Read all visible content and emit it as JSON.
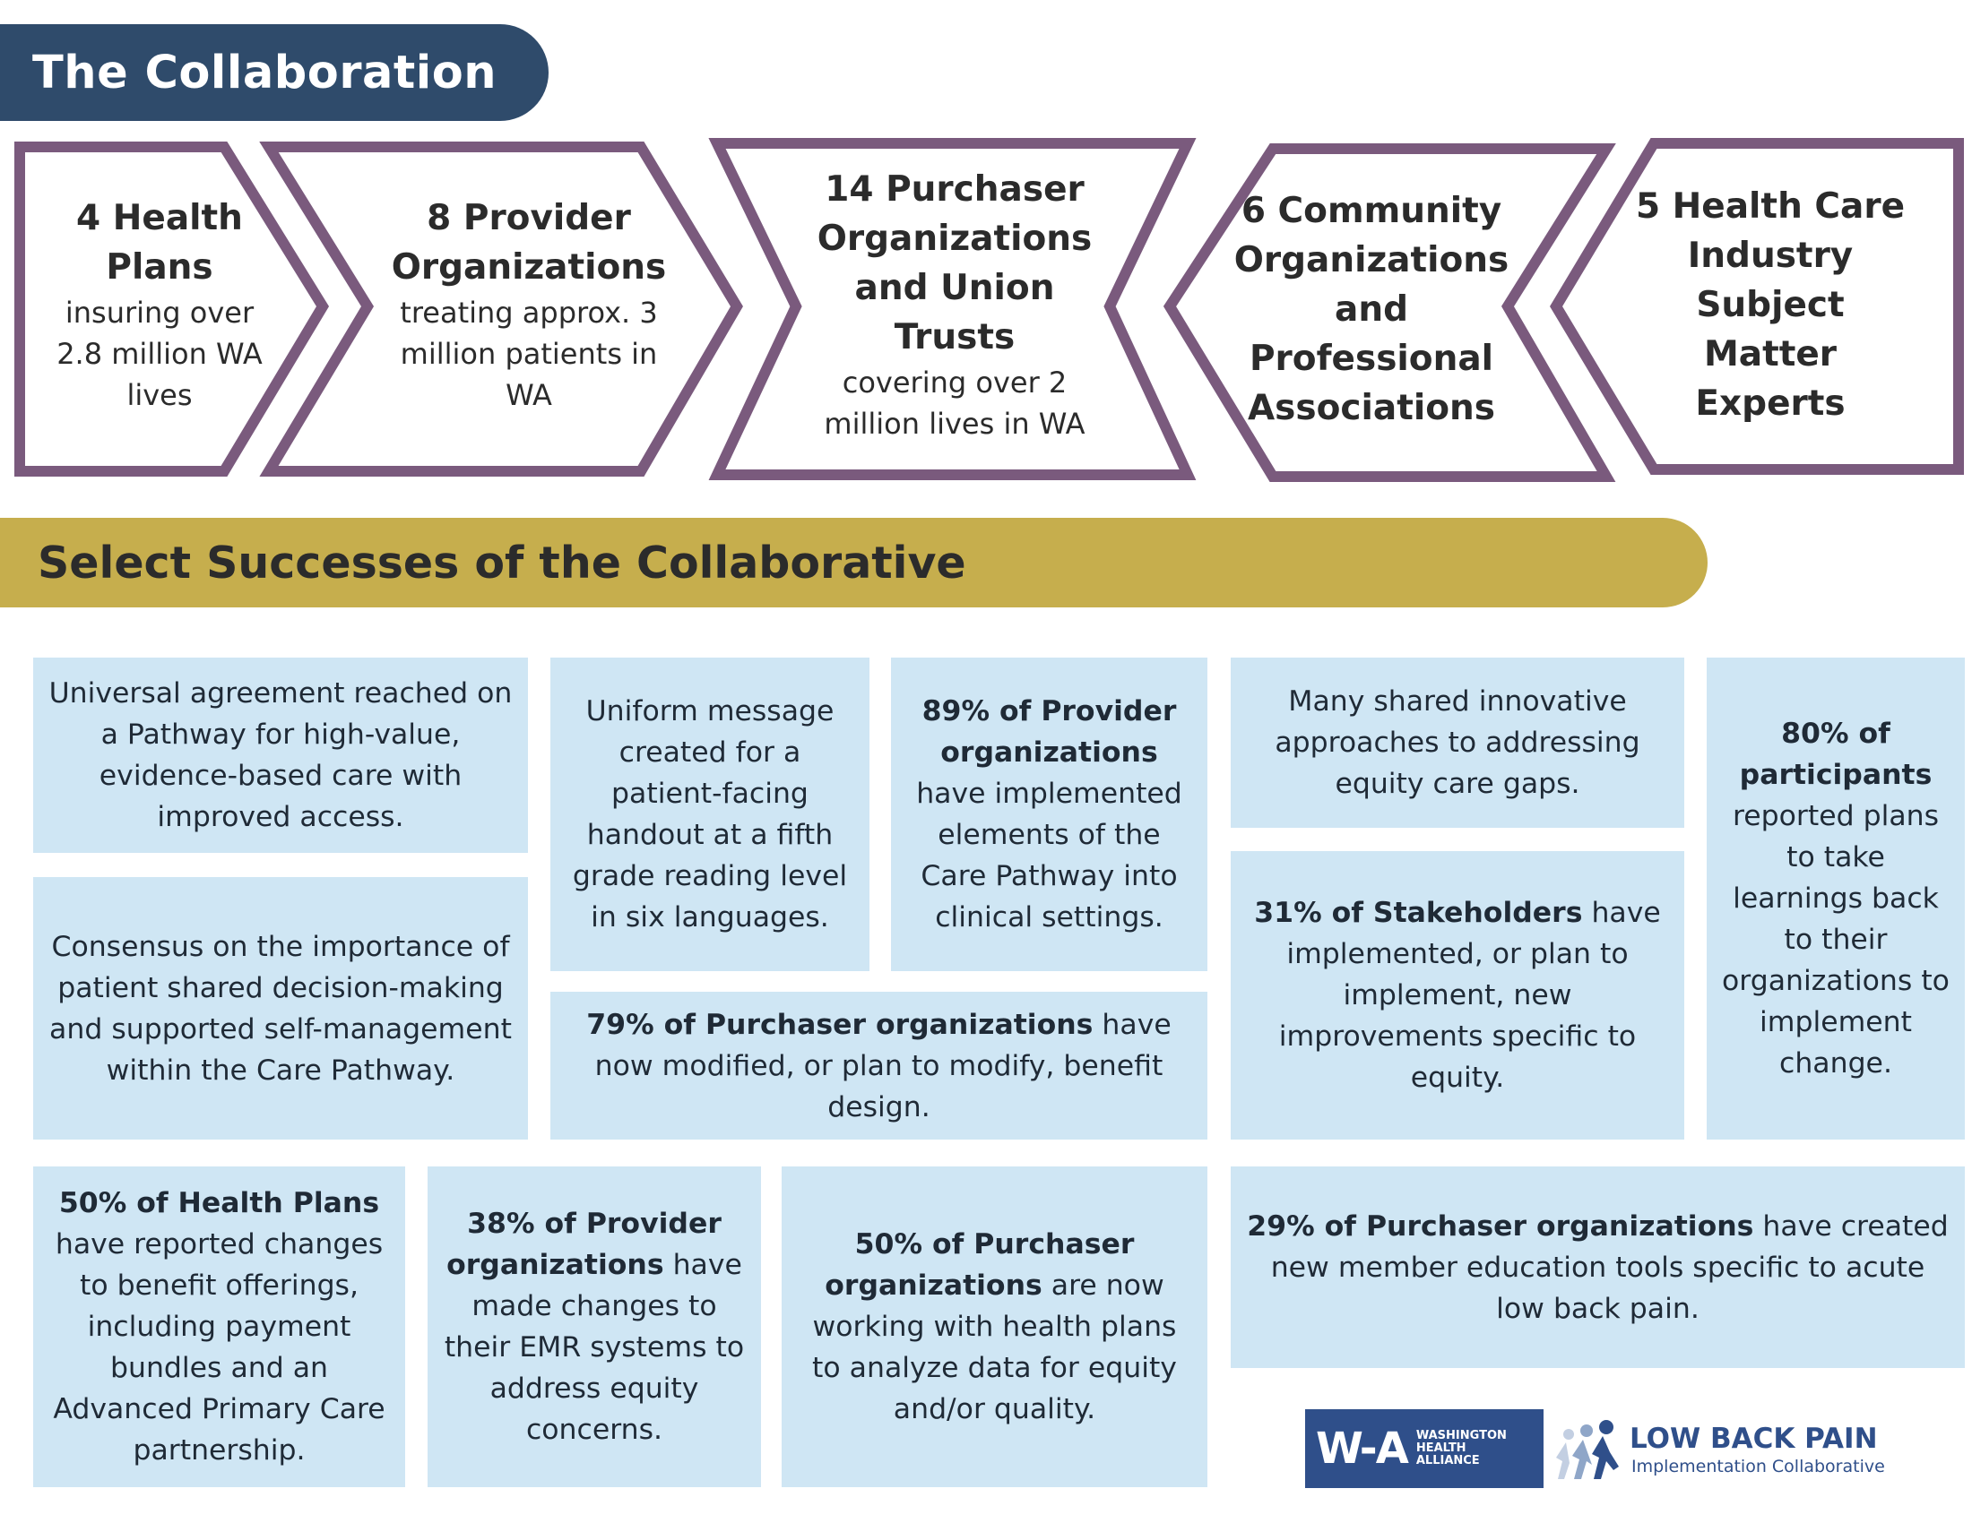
{
  "collaboration": {
    "title": "The Collaboration",
    "items": [
      {
        "bold": "4 Health Plans",
        "text": "insuring over 2.8 million WA lives"
      },
      {
        "bold": "8 Provider Organizations",
        "text": "treating approx. 3 million patients in WA"
      },
      {
        "bold": "14 Purchaser Organizations and Union Trusts",
        "text": "covering over 2 million lives in WA"
      },
      {
        "bold": "6 Community Organizations and Professional Associations",
        "text": ""
      },
      {
        "bold": "5 Health Care Industry Subject Matter Experts",
        "text": ""
      }
    ],
    "outline_color": "#7a5a7d"
  },
  "successes": {
    "title": "Select Successes of the Collaborative",
    "box_color": "#cfe6f4",
    "items": [
      {
        "bold": "",
        "text": "Universal agreement reached on a Pathway for high-value, evidence-based care with improved access."
      },
      {
        "bold": "",
        "text": "Consensus on the importance of patient shared decision-making and supported self-management within the Care Pathway."
      },
      {
        "bold": "",
        "text": "Uniform message created for a patient-facing handout at a fifth grade reading level in six languages."
      },
      {
        "bold": "89% of Provider organizations",
        "text": " have implemented elements of the Care Pathway into clinical settings."
      },
      {
        "bold": "79% of Purchaser organizations",
        "text": " have now modified, or plan to modify,  benefit design."
      },
      {
        "bold": "",
        "text": "Many shared innovative approaches to addressing equity care gaps."
      },
      {
        "bold": "31% of Stakeholders",
        "text": " have implemented, or plan to implement, new improvements specific to equity."
      },
      {
        "bold": "80% of participants",
        "text": " reported plans to take learnings back to their organizations to implement change."
      },
      {
        "bold": "50% of Health Plans",
        "text": " have reported changes to benefit offerings, including payment bundles and an Advanced Primary Care partnership."
      },
      {
        "bold": "38% of  Provider organizations",
        "text": " have made changes to their EMR systems to address equity concerns."
      },
      {
        "bold": "50% of Purchaser organizations",
        "text": " are now working with health plans to analyze data for equity and/or quality."
      },
      {
        "bold": "29% of Purchaser organizations",
        "text": " have created new member education tools specific to acute low back pain."
      }
    ]
  },
  "logos": {
    "wha_mark": "W-A",
    "wha_line1": "WASHINGTON",
    "wha_line2": "HEALTH",
    "wha_line3": "ALLIANCE",
    "lbp_title": "LOW BACK PAIN",
    "lbp_subtitle": "Implementation Collaborative",
    "brand_blue": "#2f4f8a"
  },
  "colors": {
    "navy_banner": "#2f4b6b",
    "gold_banner": "#c6ae4d"
  }
}
